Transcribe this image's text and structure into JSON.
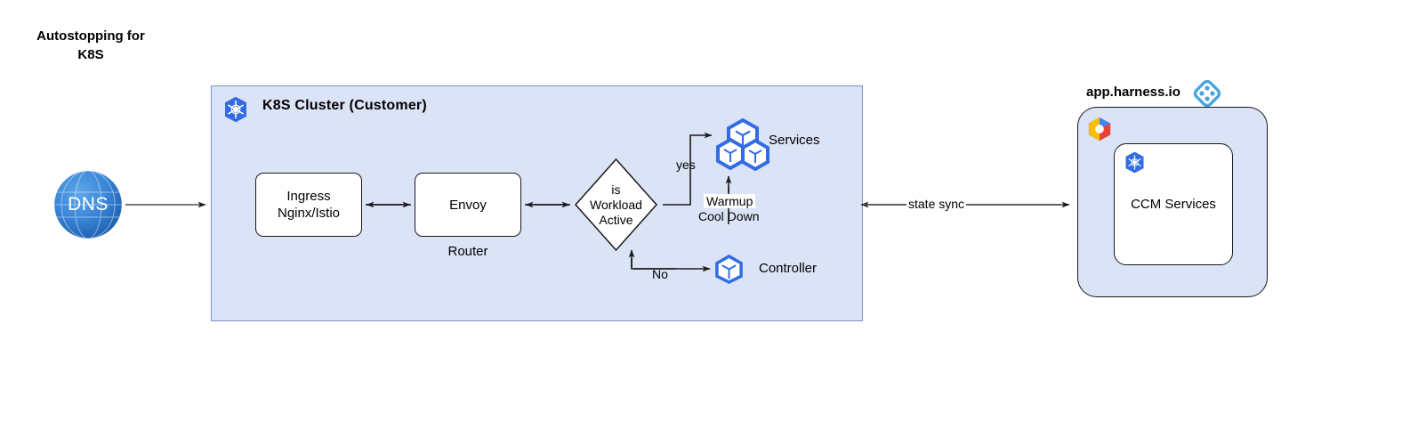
{
  "title": "Autostopping for\nK8S",
  "cluster": {
    "title": "K8S Cluster (Customer)",
    "icon": "kubernetes-icon"
  },
  "nodes": {
    "dns": {
      "label": "DNS",
      "icon": "globe-icon"
    },
    "ingress": {
      "label": "Ingress\nNginx/Istio"
    },
    "envoy": {
      "label": "Envoy",
      "sublabel": "Router"
    },
    "decision": {
      "label": "is\nWorkload\nActive"
    },
    "services": {
      "label": "Services",
      "icon": "kubernetes-pods-icon"
    },
    "controller": {
      "label": "Controller",
      "icon": "kubernetes-pod-icon"
    },
    "harness": {
      "label": "app.harness.io",
      "icon": "harness-logo-icon",
      "cloud_icon": "google-cloud-icon",
      "inner_icon": "kubernetes-icon",
      "inner_label": "CCM Services"
    }
  },
  "edges": {
    "yes": "yes",
    "no": "No",
    "state_sync": "state sync",
    "warmup": "Warmup",
    "cooldown": "Cool Down"
  },
  "colors": {
    "cluster_fill": "#dbe3f6",
    "cluster_border": "#7a95c9",
    "k8s_blue": "#326ce5",
    "harness_blue": "#4ba3dc",
    "edge": "#4d4d4d",
    "box_fill": "#ffffff"
  }
}
